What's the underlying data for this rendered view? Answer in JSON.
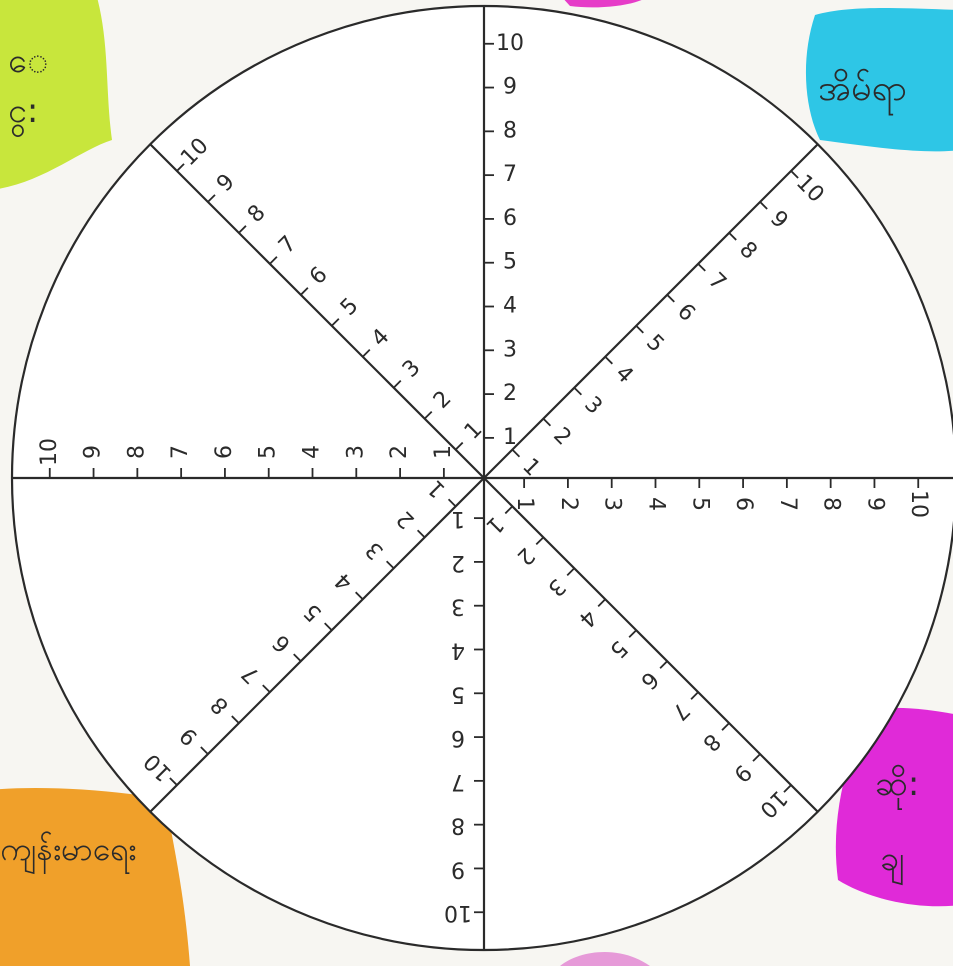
{
  "wheel": {
    "scale_max": 10,
    "scale_labels": [
      "1",
      "2",
      "3",
      "4",
      "5",
      "6",
      "7",
      "8",
      "9",
      "10"
    ],
    "spoke_count": 8
  },
  "corner_labels": {
    "top_left": {
      "lines": [
        "ေ",
        "ငွ:"
      ],
      "color": "#c8e63c"
    },
    "top_right": {
      "lines": [
        "အိမ်ရာ"
      ],
      "color": "#2ec6e6"
    },
    "bottom_left": {
      "lines": [
        "ကျန်းမာရေး"
      ],
      "color": "#f0a02a"
    },
    "bottom_right": {
      "lines": [
        "ဆို:",
        "ချ"
      ],
      "color": "#e02ad8"
    }
  },
  "edge_blobs": {
    "top_center": {
      "color": "#e63cc8"
    },
    "bottom_center": {
      "color": "#e69ad8"
    }
  },
  "stroke_color": "#2a2a2a"
}
